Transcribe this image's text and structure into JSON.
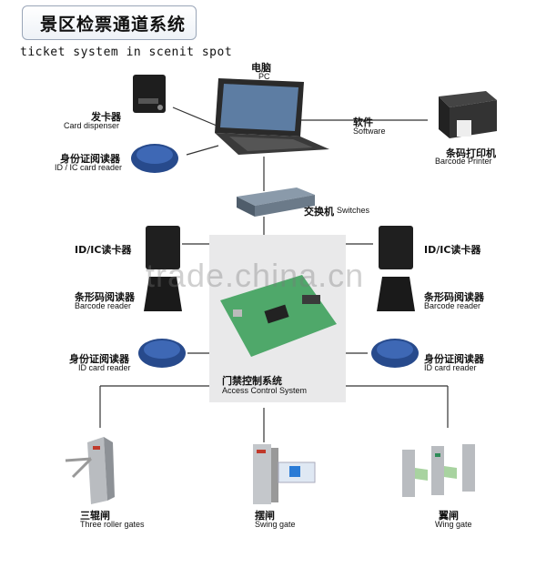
{
  "title": {
    "cn": "景区检票通道系统",
    "en": "ticket system in scenit spot"
  },
  "pc": {
    "cn": "电脑",
    "en": "PC"
  },
  "card_dispenser": {
    "cn": "发卡器",
    "en": "Card dispenser"
  },
  "id_ic_reader_top": {
    "cn": "身份证阅读器",
    "en": "ID / IC card reader"
  },
  "software": {
    "cn": "软件",
    "en": "Software"
  },
  "barcode_printer": {
    "cn": "条码打印机",
    "en": "Barcode Printer"
  },
  "switches": {
    "cn": "交换机",
    "en": "Switches"
  },
  "left_reader": {
    "cn": "ID/IC读卡器",
    "cn2": "条形码阅读器",
    "en": "Barcode reader"
  },
  "right_reader": {
    "cn": "ID/IC读卡器",
    "cn2": "条形码阅读器",
    "en": "Barcode reader"
  },
  "left_id": {
    "cn": "身份证阅读器",
    "en": "ID card reader"
  },
  "right_id": {
    "cn": "身份证阅读器",
    "en": "ID card reader"
  },
  "access": {
    "cn": "门禁控制系统",
    "en": "Access Control System"
  },
  "gates": [
    {
      "cn": "三辊闸",
      "en": "Three roller gates"
    },
    {
      "cn": "摆闸",
      "en": "Swing gate"
    },
    {
      "cn": "翼闸",
      "en": "Wing gate"
    }
  ],
  "watermark": "trade.china.cn"
}
